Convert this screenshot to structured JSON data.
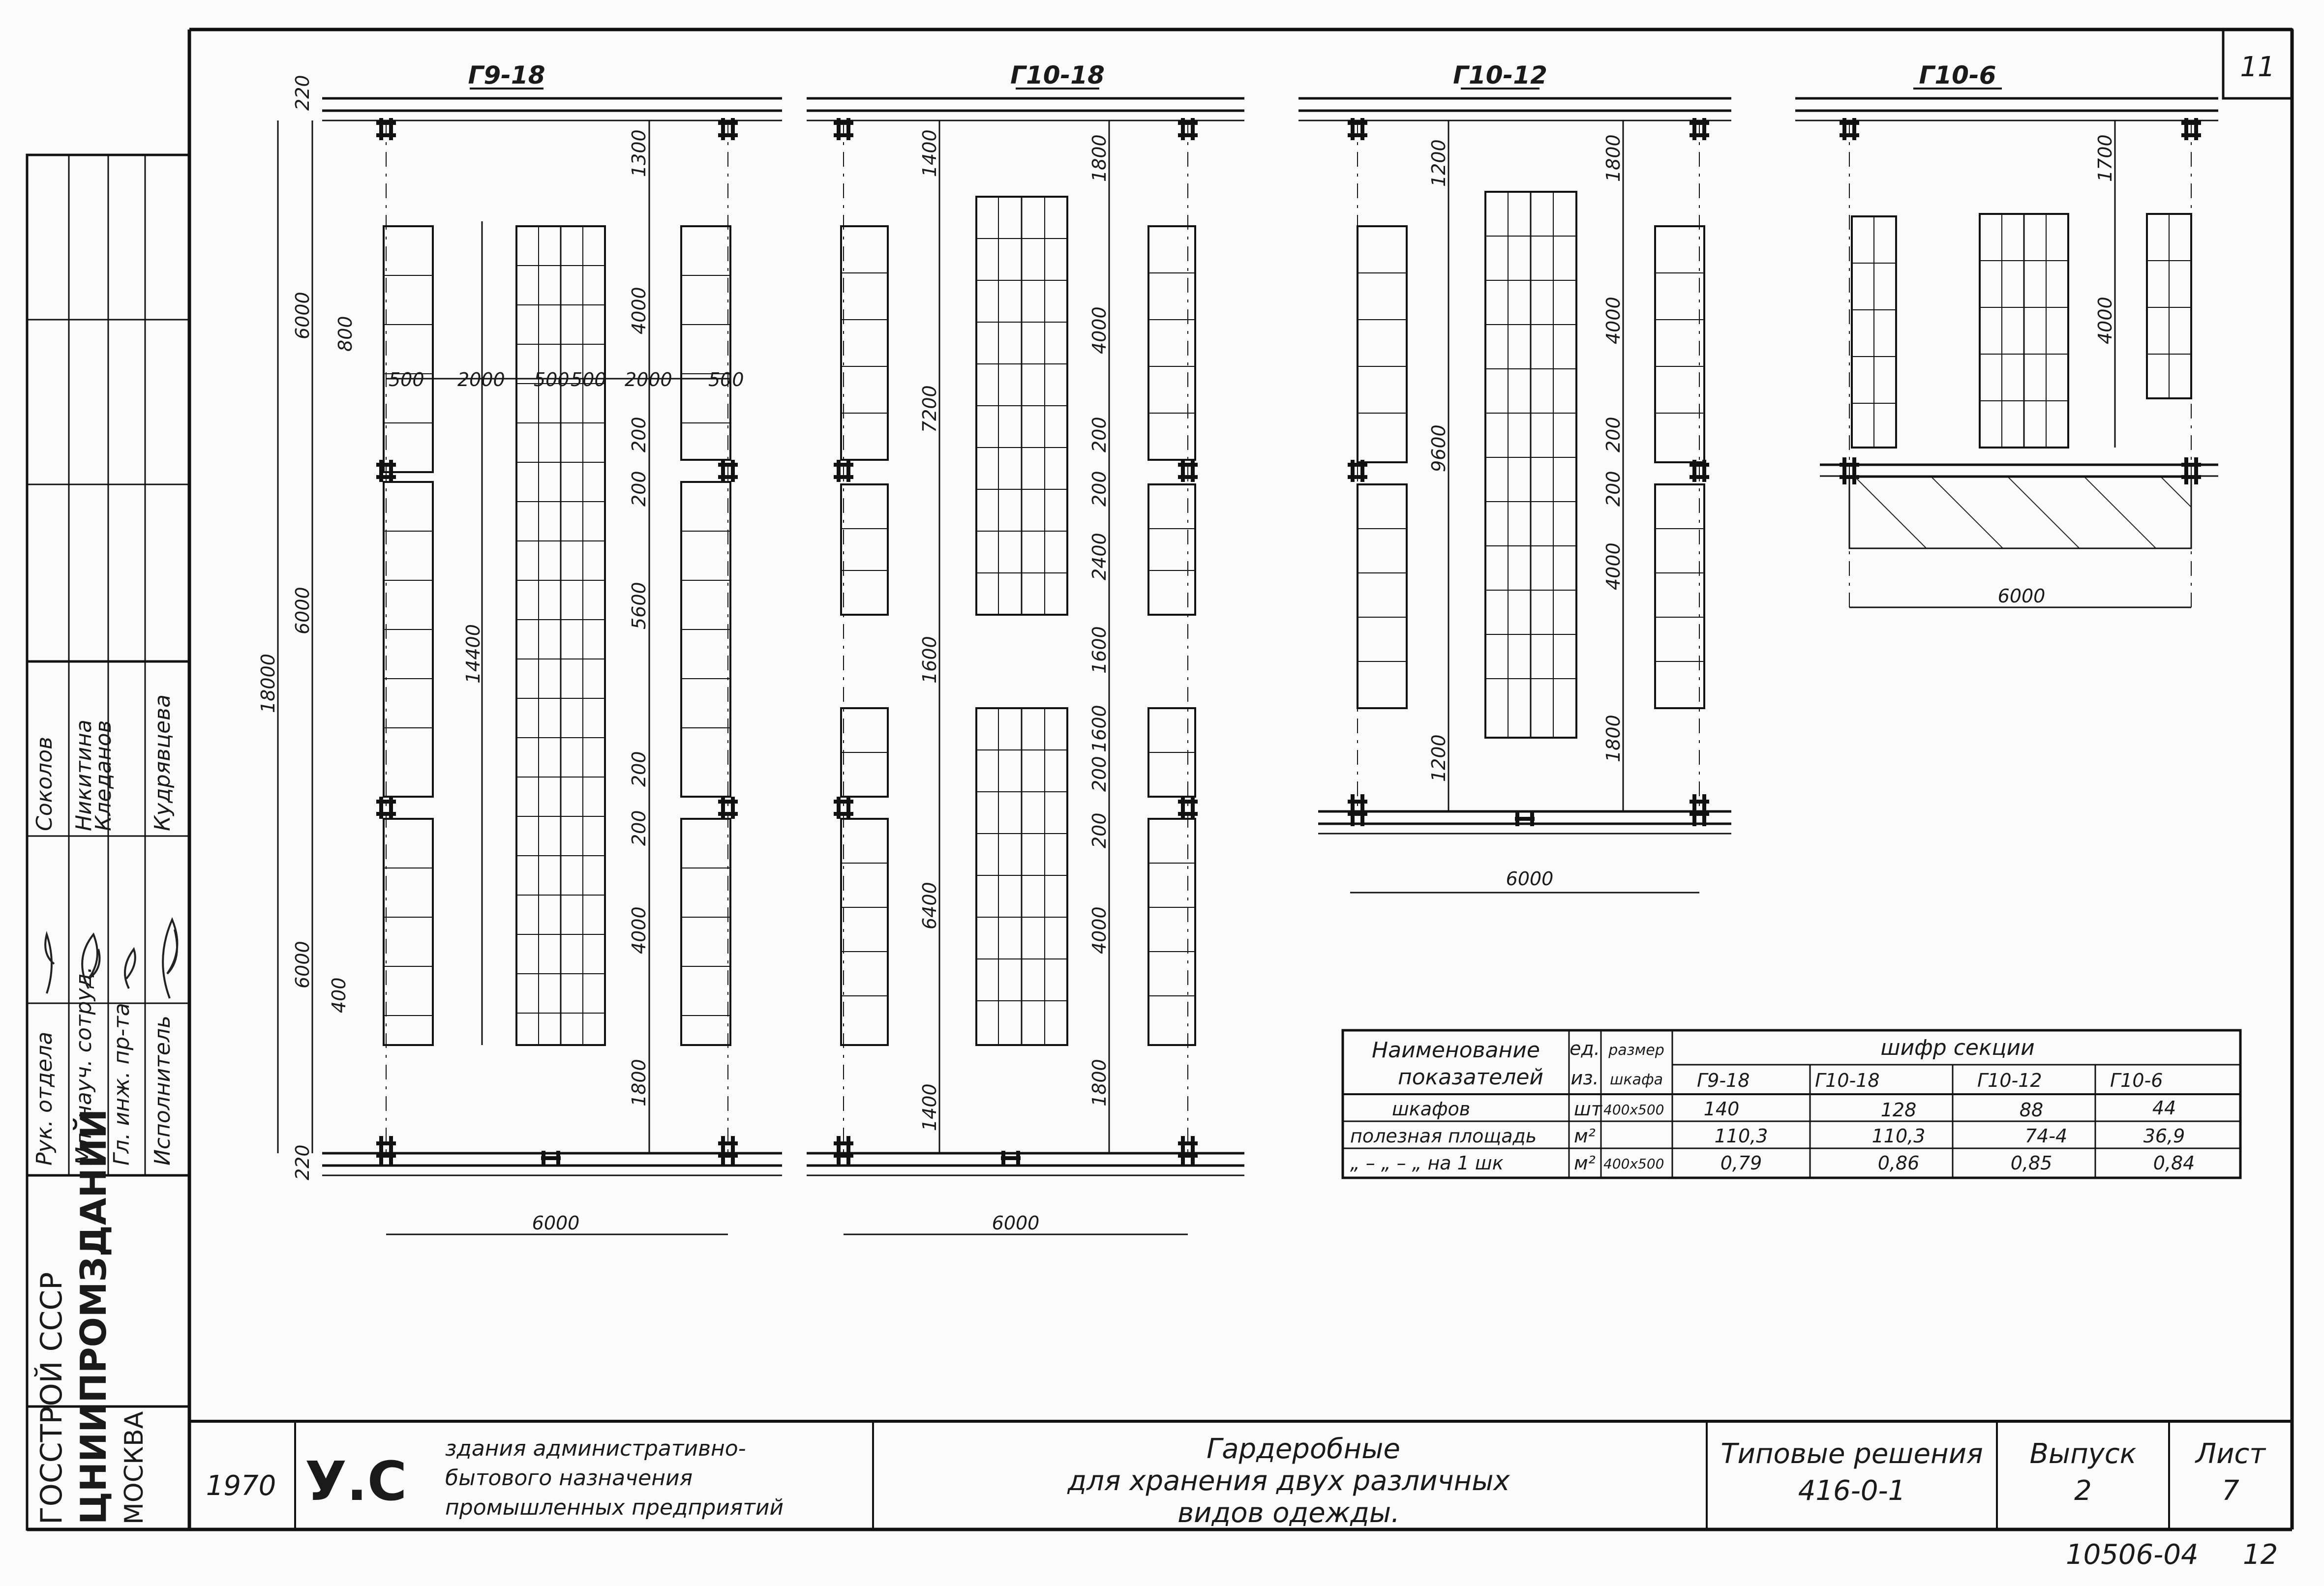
{
  "sheet": {
    "corner_number": "11",
    "bottom_code": "10506-04",
    "bottom_page": "12"
  },
  "plans": [
    {
      "title": "Г9-18"
    },
    {
      "title": "Г10-18"
    },
    {
      "title": "Г10-12"
    },
    {
      "title": "Г10-6"
    }
  ],
  "dims": {
    "p1": {
      "d220a": "220",
      "d6000a": "6000",
      "d6000b": "6000",
      "d6000c": "6000",
      "d18000": "18000",
      "d800": "800",
      "d500a": "500",
      "d2000a": "2000",
      "d500b": "500",
      "d500c": "500",
      "d2000b": "2000",
      "d500d": "500",
      "d14400": "14400",
      "d1300": "1300",
      "d4000a": "4000",
      "d200a": "200",
      "d200b": "200",
      "d5600": "5600",
      "d200c": "200",
      "d200d": "200",
      "d4000b": "4000",
      "d1800": "1800",
      "d400": "400",
      "d220b": "220",
      "d6000w": "6000"
    },
    "p2": {
      "d1400a": "1400",
      "d7200": "7200",
      "d1600": "1600",
      "d6400": "6400",
      "d1400b": "1400",
      "d1800a": "1800",
      "d4000a": "4000",
      "d200a": "200",
      "d200b": "200",
      "d2400": "2400",
      "d1600b": "1600",
      "d1600c": "1600",
      "d200c": "200",
      "d200d": "200",
      "d4000b": "4000",
      "d1800b": "1800",
      "d6000w": "6000"
    },
    "p3": {
      "d1200a": "1200",
      "d9600": "9600",
      "d1200b": "1200",
      "d1800a": "1800",
      "d4000a": "4000",
      "d200a": "200",
      "d200b": "200",
      "d4000b": "4000",
      "d1800b": "1800",
      "d6000w": "6000"
    },
    "p4": {
      "d1700": "1700",
      "d4000": "4000",
      "d6000w": "6000"
    }
  },
  "left_stamp": {
    "roles": [
      "Рук. отдела",
      "Мл. науч. сотруд.",
      "Гл. инж. пр-та",
      "Исполнитель"
    ],
    "names": [
      "Соколов",
      "Никитина",
      "Кледанов",
      "Кудрявцева"
    ],
    "org_line1": "ГОССТРОЙ СССР",
    "org_line2": "ЦНИИПРОМЗДАНИЙ",
    "org_line3": "МОСКВА"
  },
  "title_block": {
    "year": "1970",
    "logo": "У.С",
    "series_line1": "здания административно-",
    "series_line2": "бытового назначения",
    "series_line3": "промышленных предприятий",
    "title_line1": "Гардеробные",
    "title_line2": "для хранения двух различных",
    "title_line3": "видов одежды.",
    "typ_label": "Типовые решения",
    "typ_value": "416-0-1",
    "issue_label": "Выпуск",
    "issue_value": "2",
    "sheet_label": "Лист",
    "sheet_value": "7"
  },
  "table": {
    "h_name1": "Наименование",
    "h_name2": "показателей",
    "h_unit1": "ед.",
    "h_unit2": "из.",
    "h_size1": "размер",
    "h_size2": "шкафа",
    "h_cipher": "шифр секции",
    "cols": [
      "Г9-18",
      "Г10-18",
      "Г10-12",
      "Г10-6"
    ],
    "rows": [
      {
        "name": "шкафов",
        "unit": "шт",
        "size": "400х500",
        "vals": [
          "140",
          "128",
          "88",
          "44"
        ]
      },
      {
        "name": "полезная площадь",
        "unit": "м²",
        "size": "",
        "vals": [
          "110,3",
          "110,3",
          "74-4",
          "36,9"
        ]
      },
      {
        "name": "„ – „ – „ на 1 шк",
        "unit": "м²",
        "size": "400х500",
        "vals": [
          "0,79",
          "0,86",
          "0,85",
          "0,84"
        ]
      }
    ]
  }
}
